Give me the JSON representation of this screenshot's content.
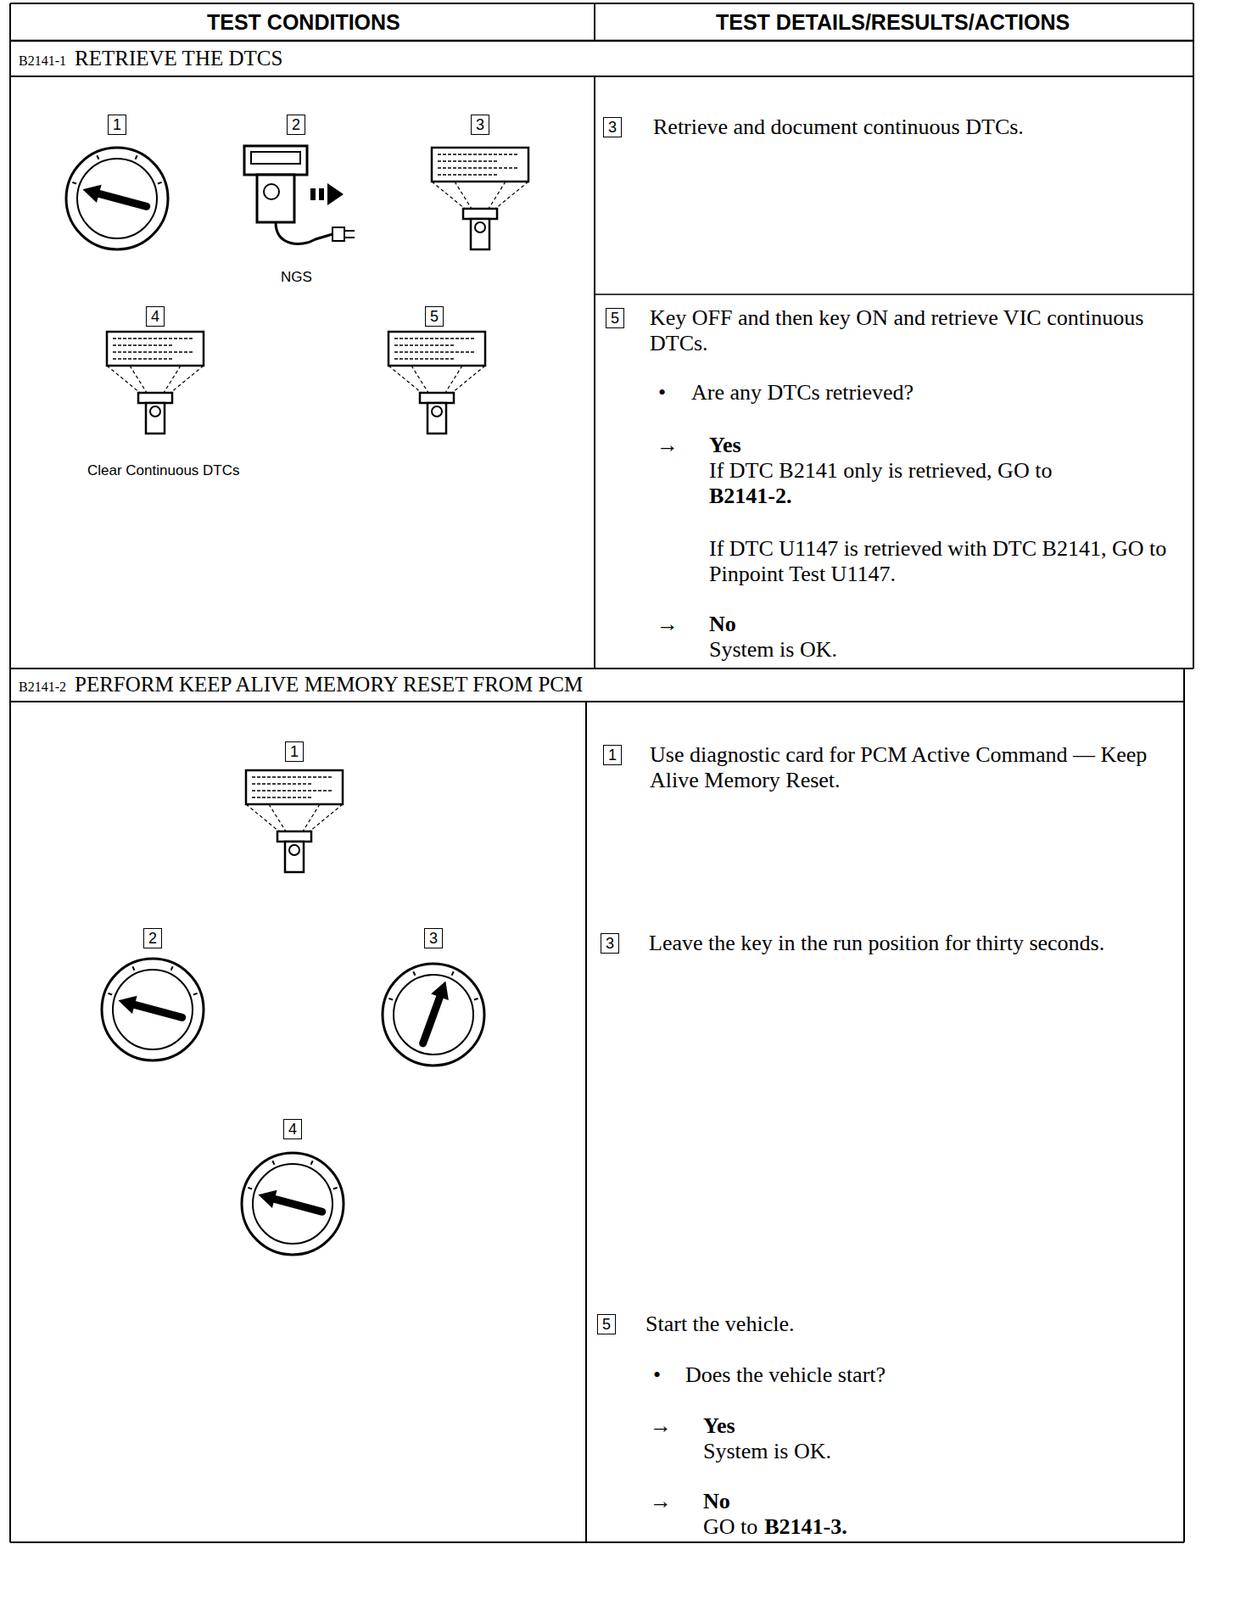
{
  "diagram": {
    "labels": [
      "TEST CONDITIONS",
      "TEST DETAILS/RESULTS/ACTIONS",
      "B2141-1",
      "RETRIEVE THE DTCS",
      "1",
      "2",
      "NGS",
      "3",
      "4",
      "Clear Continuous DTCs",
      "5",
      "3",
      "Retrieve and document continuous DTCs.",
      "5",
      "Key OFF and then key ON and retrieve VIC continuous DTCs.",
      "•",
      "Are any DTCs retrieved?",
      "→",
      "Yes",
      "If DTC B2141 only is retrieved, GO to",
      "B2141-2.",
      "If DTC U1147 is retrieved with DTC B2141, GO to Pinpoint Test U1147.",
      "→",
      "No",
      "System is OK.",
      "B2141-2",
      "PERFORM KEEP ALIVE MEMORY RESET FROM PCM",
      "1",
      "2",
      "3",
      "4",
      "1",
      "Use diagnostic card for PCM Active Command — Keep Alive Memory Reset.",
      "3",
      "Leave the key in the run position for thirty seconds.",
      "5",
      "Start the vehicle.",
      "•",
      "Does the vehicle start?",
      "→",
      "Yes",
      "System is OK.",
      "→",
      "No",
      "GO to",
      "B2141-3."
    ]
  }
}
